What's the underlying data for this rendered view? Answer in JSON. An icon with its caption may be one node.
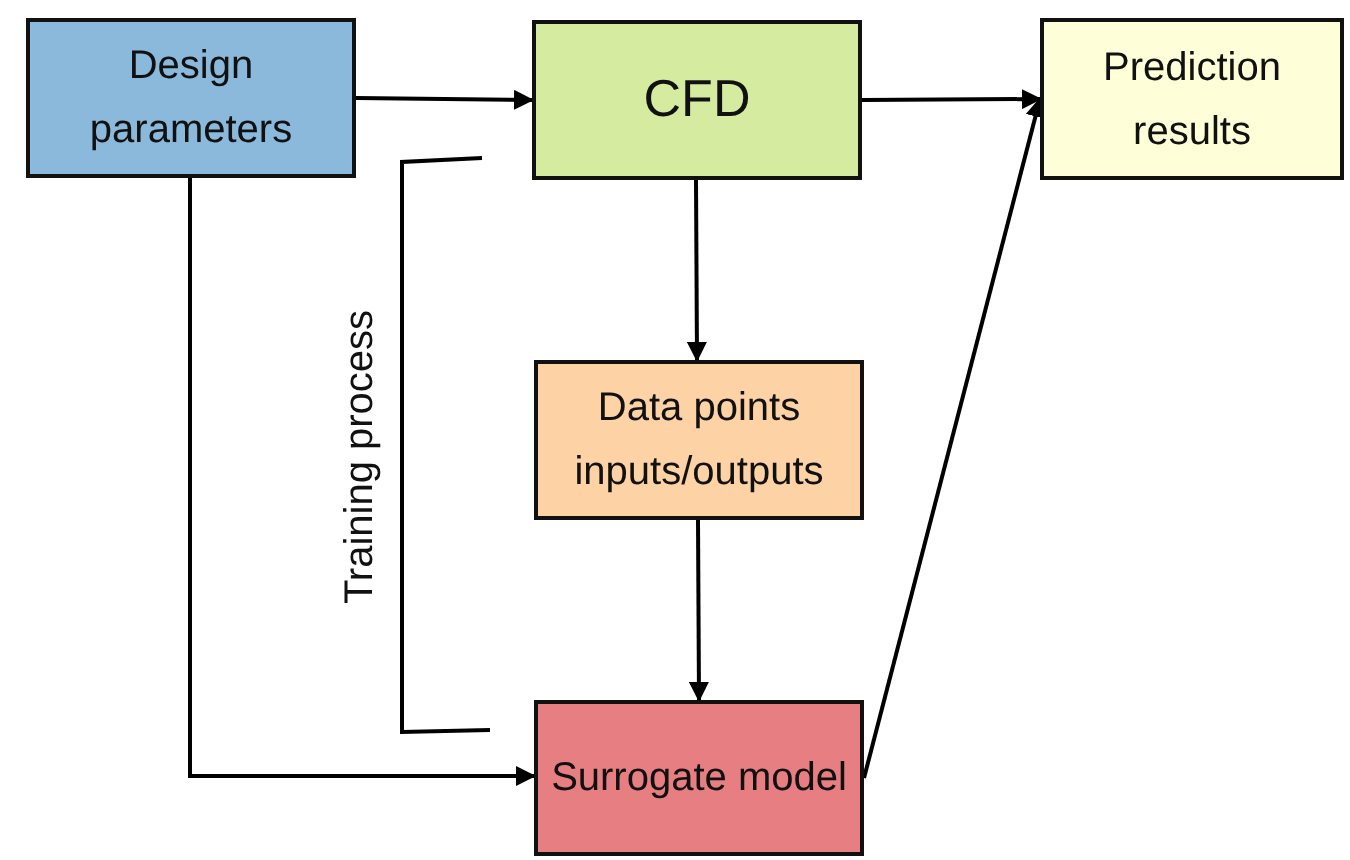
{
  "diagram": {
    "nodes": [
      {
        "text": [
          "Design parameters"
        ]
      },
      {
        "text": [
          "CFD"
        ]
      },
      {
        "text": [
          "Prediction results"
        ]
      },
      {
        "text": [
          "Data points inputs/outputs"
        ]
      },
      {
        "text": [
          "Surrogate model"
        ]
      }
    ],
    "edges": [
      {
        "from": 0,
        "to": 1,
        "arrow": "to"
      },
      {
        "from": 1,
        "to": 2,
        "arrow": "to"
      },
      {
        "from": 1,
        "to": 3,
        "arrow": "to"
      },
      {
        "from": 3,
        "to": 4,
        "arrow": "to"
      },
      {
        "from": 0,
        "to": 4,
        "arrow": "to"
      },
      {
        "from": 4,
        "to": 2,
        "arrow": "to"
      }
    ],
    "labels": [
      "Training process"
    ]
  }
}
